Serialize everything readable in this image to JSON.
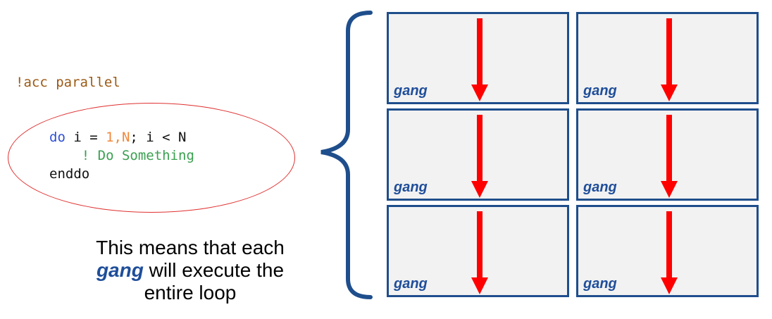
{
  "code": {
    "directive": "!acc parallel",
    "line1": {
      "keyword": "do",
      "var": " i = ",
      "nums": "1,N",
      "rest": "; i < N"
    },
    "line2": "    ! Do Something",
    "line3": "enddo"
  },
  "caption": {
    "line1": "This means that each",
    "gang_word": "gang",
    "line2_rest": " will execute the",
    "line3": "entire loop"
  },
  "gangs": [
    {
      "label": "gang"
    },
    {
      "label": "gang"
    },
    {
      "label": "gang"
    },
    {
      "label": "gang"
    },
    {
      "label": "gang"
    },
    {
      "label": "gang"
    }
  ],
  "colors": {
    "box_border": "#1f4e8c",
    "box_fill": "#f2f2f2",
    "arrow": "#ff0000",
    "gang_label": "#1f4e9a",
    "ellipse": "#e03030"
  }
}
